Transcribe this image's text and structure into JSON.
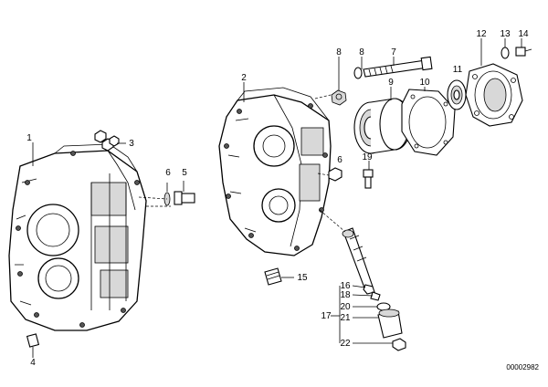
{
  "callouts": [
    {
      "id": "1",
      "text": "1"
    },
    {
      "id": "2",
      "text": "2"
    },
    {
      "id": "3",
      "text": "3"
    },
    {
      "id": "4",
      "text": "4"
    },
    {
      "id": "5",
      "text": "5"
    },
    {
      "id": "6a",
      "text": "6"
    },
    {
      "id": "6b",
      "text": "6"
    },
    {
      "id": "7",
      "text": "7"
    },
    {
      "id": "8a",
      "text": "8"
    },
    {
      "id": "8b",
      "text": "8"
    },
    {
      "id": "9",
      "text": "9"
    },
    {
      "id": "10",
      "text": "10"
    },
    {
      "id": "11",
      "text": "11"
    },
    {
      "id": "12",
      "text": "12"
    },
    {
      "id": "13",
      "text": "13"
    },
    {
      "id": "14",
      "text": "14"
    },
    {
      "id": "15",
      "text": "15"
    },
    {
      "id": "16",
      "text": "16"
    },
    {
      "id": "17",
      "text": "17"
    },
    {
      "id": "18",
      "text": "18"
    },
    {
      "id": "19",
      "text": "19"
    },
    {
      "id": "20",
      "text": "20"
    },
    {
      "id": "21",
      "text": "21"
    },
    {
      "id": "22",
      "text": "22"
    }
  ],
  "drawing_number": "00002982"
}
